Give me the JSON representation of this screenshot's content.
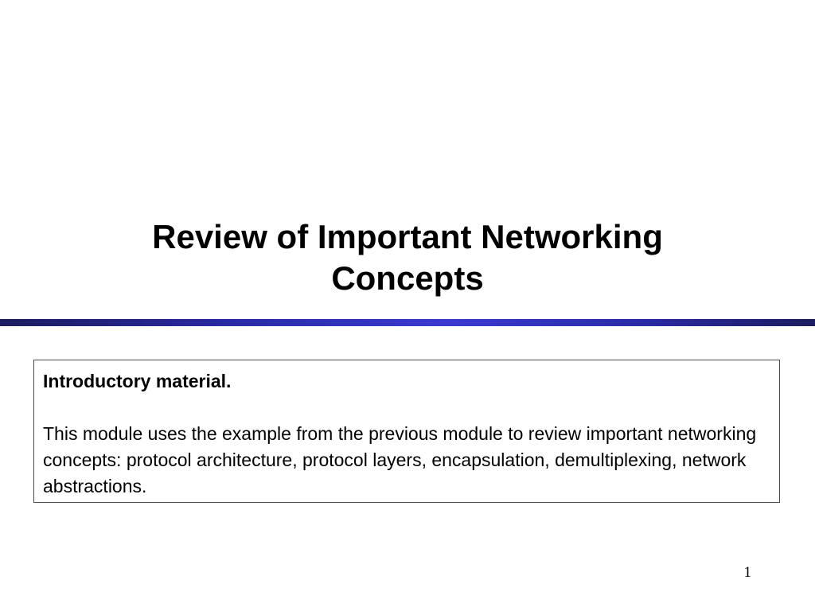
{
  "slide": {
    "title_line1": "Review of Important Networking",
    "title_line2": "Concepts",
    "box": {
      "heading": "Introductory material.",
      "body": "This module uses the example from the previous module to review important networking concepts: protocol architecture, protocol layers, encapsulation, demultiplexing, network abstractions."
    },
    "page_number": "1"
  },
  "colors": {
    "divider_dark": "#1c1c5e",
    "divider_light": "#3a3ad2",
    "box_border": "#4a4a4a"
  }
}
